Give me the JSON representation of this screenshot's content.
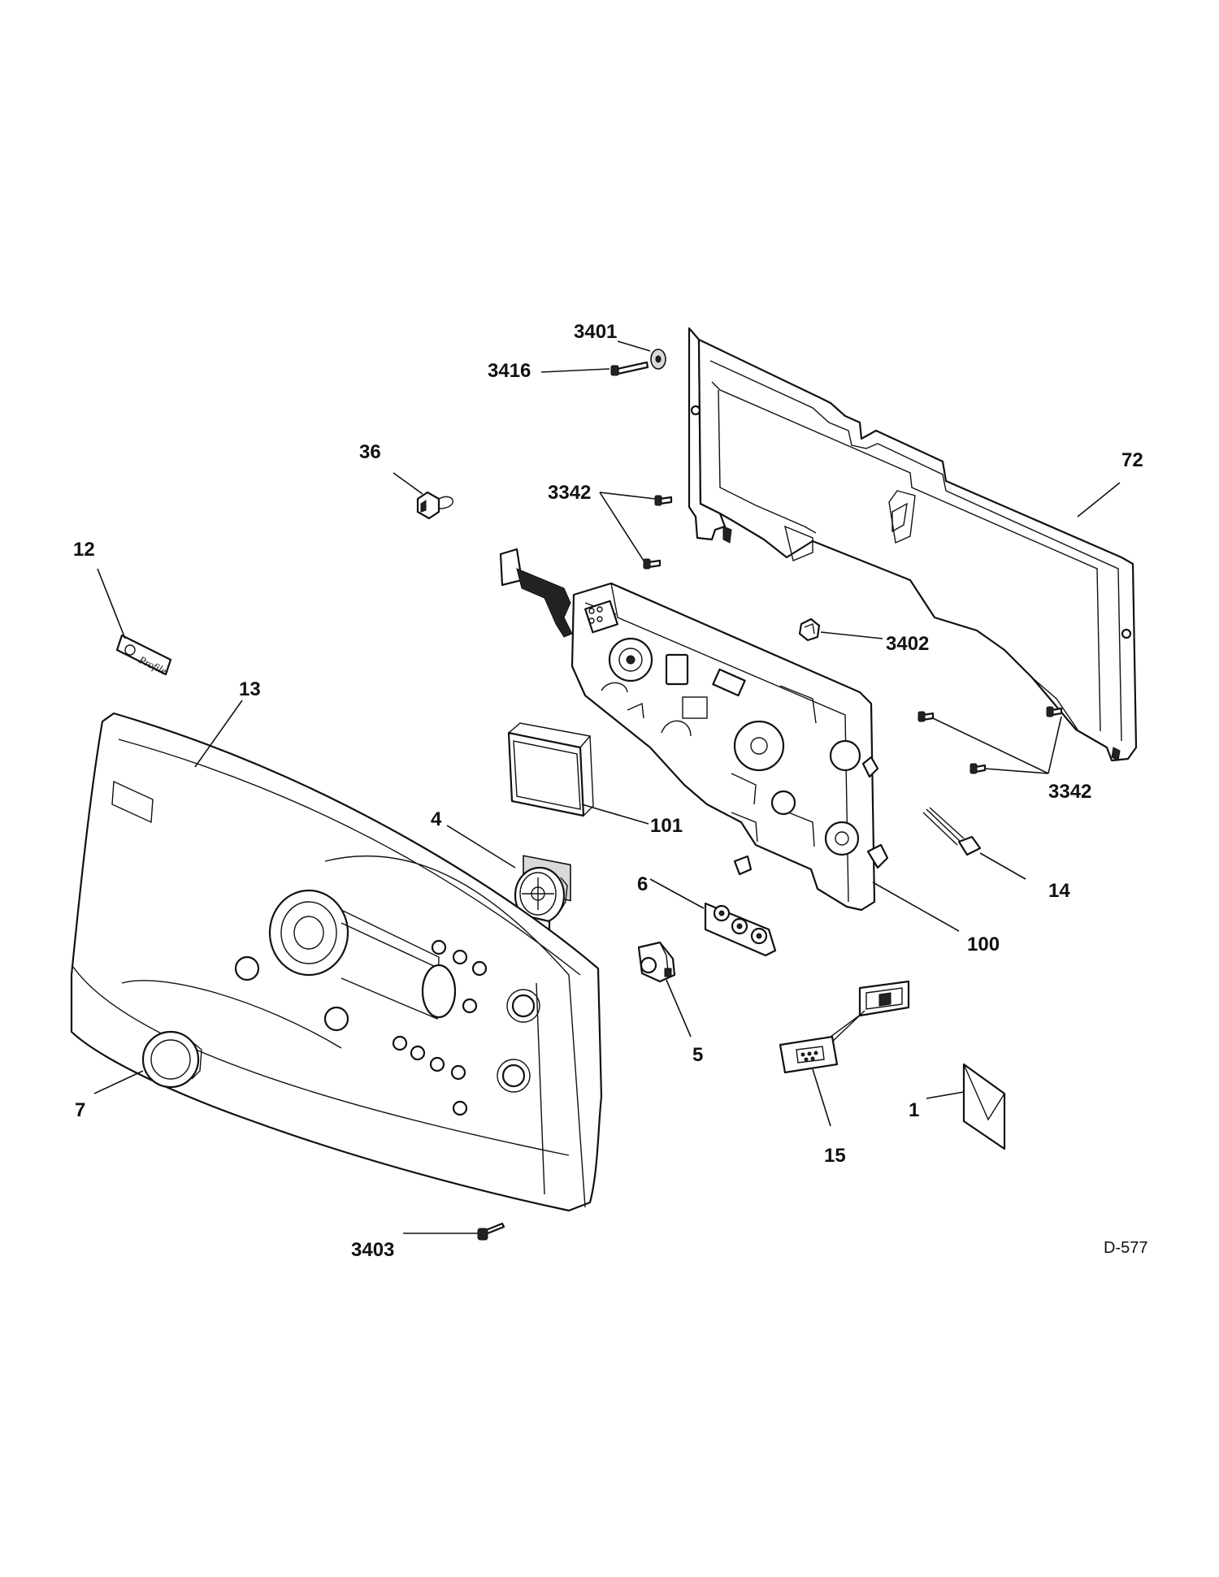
{
  "diagram": {
    "drawing_code": "D-577",
    "callouts": [
      {
        "id": "3401",
        "label": "3401"
      },
      {
        "id": "3416",
        "label": "3416"
      },
      {
        "id": "36",
        "label": "36"
      },
      {
        "id": "3342-top",
        "label": "3342"
      },
      {
        "id": "72",
        "label": "72"
      },
      {
        "id": "12",
        "label": "12"
      },
      {
        "id": "3402",
        "label": "3402"
      },
      {
        "id": "13",
        "label": "13"
      },
      {
        "id": "3342-right",
        "label": "3342"
      },
      {
        "id": "101",
        "label": "101"
      },
      {
        "id": "4",
        "label": "4"
      },
      {
        "id": "14",
        "label": "14"
      },
      {
        "id": "6",
        "label": "6"
      },
      {
        "id": "100",
        "label": "100"
      },
      {
        "id": "5",
        "label": "5"
      },
      {
        "id": "7",
        "label": "7"
      },
      {
        "id": "1",
        "label": "1"
      },
      {
        "id": "15",
        "label": "15"
      },
      {
        "id": "3403",
        "label": "3403"
      }
    ],
    "badge_text": "Profile"
  }
}
